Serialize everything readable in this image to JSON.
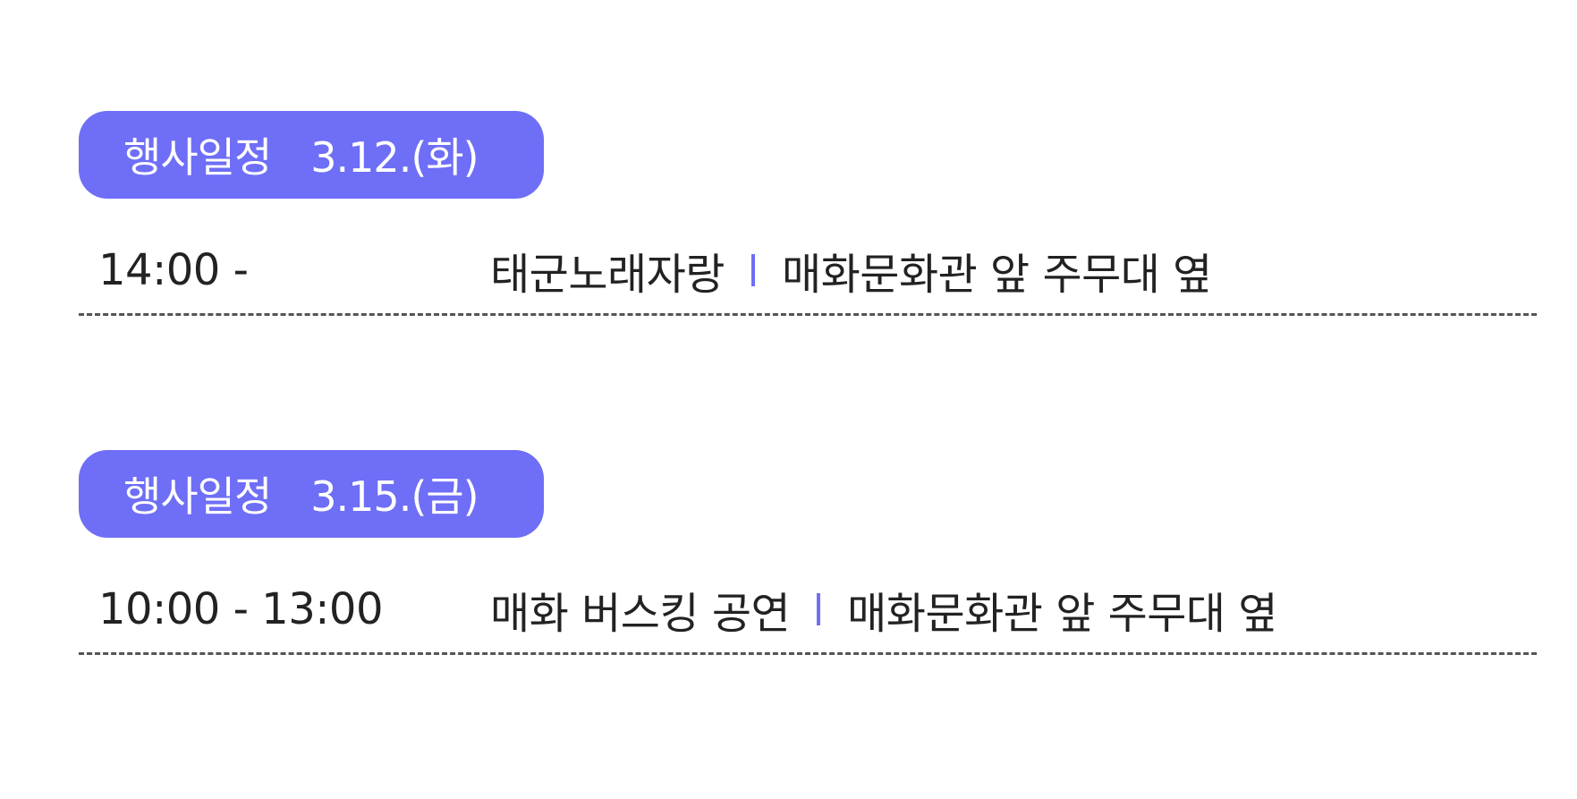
{
  "colors": {
    "accent": "#6E6EF7",
    "text": "#222222",
    "badge_text": "#FFFFFF",
    "divider": "#6E6EF7",
    "dotted_line": "#555555"
  },
  "schedule": [
    {
      "badge_label": "행사일정",
      "badge_date": "3.12.(화)",
      "time": "14:00 -",
      "event": "태군노래자랑",
      "location": "매화문화관 앞 주무대 옆"
    },
    {
      "badge_label": "행사일정",
      "badge_date": "3.15.(금)",
      "time": "10:00 - 13:00",
      "event": "매화 버스킹 공연",
      "location": "매화문화관 앞 주무대 옆"
    }
  ]
}
